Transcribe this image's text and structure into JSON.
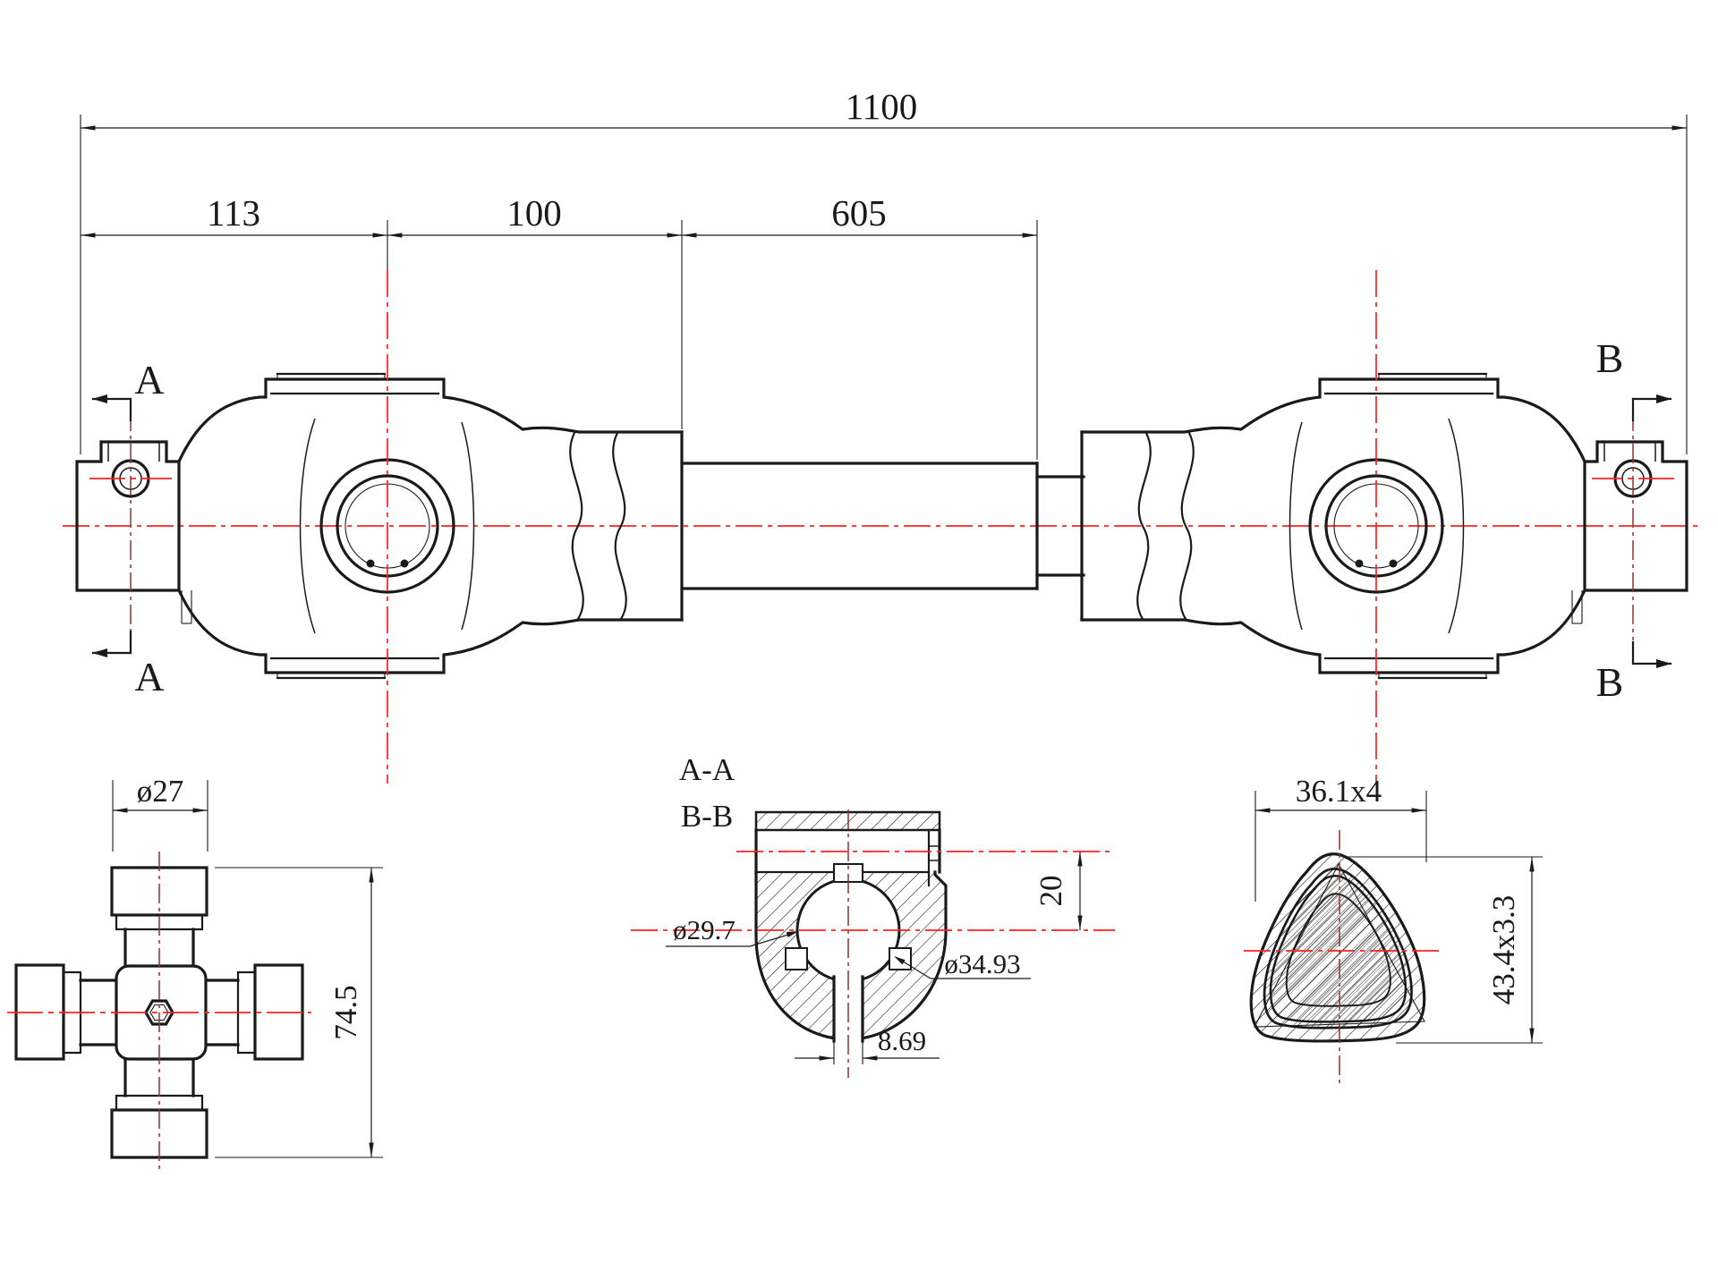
{
  "drawing": {
    "background_color": "#ffffff",
    "line_color": "#1a1a1a",
    "centerline_color": "#ff2020",
    "centerline_dark_color": "#96302e",
    "main_view": {
      "dim_overall": "1100",
      "dim_yoke_to_cross": "113",
      "dim_cross_to_tube": "100",
      "dim_tube_length": "605",
      "section_a_top": "A",
      "section_a_bottom": "A",
      "section_b_top": "B",
      "section_b_bottom": "B"
    },
    "cross_journal_view": {
      "dim_cap_diameter": "ø27",
      "dim_overall_height": "74.5"
    },
    "section_view": {
      "title_a": "A-A",
      "title_b": "B-B",
      "dim_bore_diameter": "ø29.7",
      "dim_lobe_diameter": "ø34.93",
      "dim_axis_offset": "20",
      "dim_slot_width": "8.69"
    },
    "tube_profile_view": {
      "dim_inner_tube": "36.1x4",
      "dim_outer_tube": "43.4x3.3"
    }
  }
}
